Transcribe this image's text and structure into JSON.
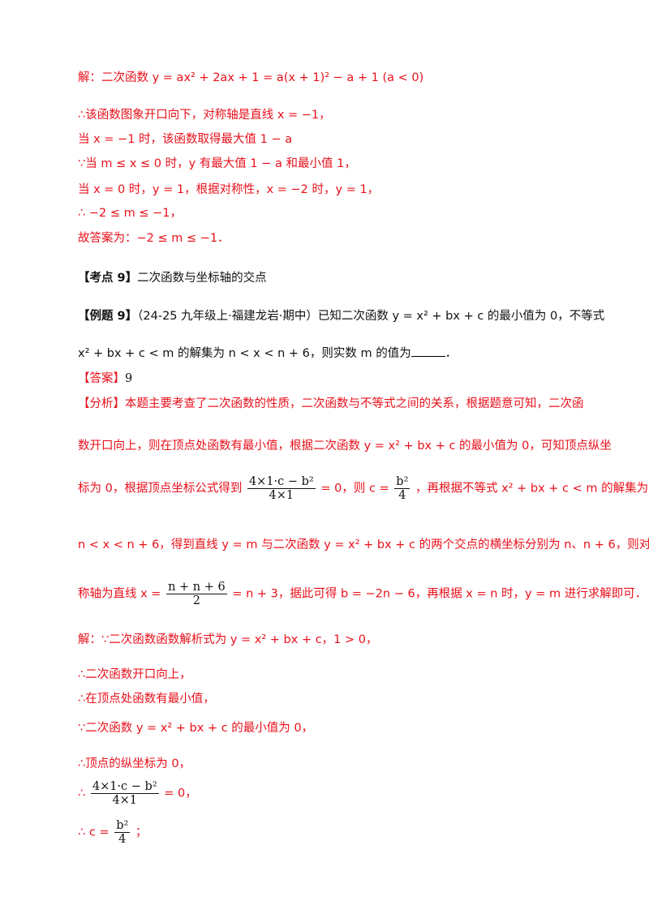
{
  "lines": {
    "l1": "解：二次函数 y = ax² + 2ax + 1 = a(x + 1)² − a + 1 (a < 0)",
    "l2": "∴该函数图象开口向下，对称轴是直线 x = −1，",
    "l3": "当 x = −1 时，该函数取得最大值 1 − a",
    "l4": "∵当 m ≤ x ≤ 0 时，y 有最大值 1 − a 和最小值 1，",
    "l5": "当 x = 0 时，y = 1，根据对称性，x = −2 时，y = 1，",
    "l6": "∴ −2 ≤ m ≤ −1，",
    "l7": "故答案为：−2 ≤ m ≤ −1．",
    "l8_tag": "【考点 9】",
    "l8_text": "二次函数与坐标轴的交点",
    "l9_tag": "【例题 9】",
    "l9_text": "（24-25 九年级上·福建龙岩·期中）已知二次函数 y = x² + bx + c 的最小值为 0，不等式",
    "l10": "x² + bx + c < m 的解集为 n < x < n + 6，则实数 m 的值为",
    "l10_end": "．",
    "l11_tag": "【答案】",
    "l11_val": "9",
    "l12": "【分析】本题主要考查了二次函数的性质，二次函数与不等式之间的关系，根据题意可知，二次函",
    "l13": "数开口向上，则在顶点处函数有最小值，根据二次函数 y = x² + bx + c 的最小值为 0，可知顶点纵坐",
    "l14a": "标为 0，根据顶点坐标公式得到",
    "l14_num": "4×1·c − b²",
    "l14_den": "4×1",
    "l14b": "= 0，则 c =",
    "l14_num2": "b²",
    "l14_den2": "4",
    "l14c": "，再根据不等式 x² + bx + c < m 的解集为",
    "l15": "n < x < n + 6，得到直线 y = m 与二次函数 y = x² + bx + c 的两个交点的横坐标分别为 n、n + 6，则对",
    "l16a": "称轴为直线 x =",
    "l16_num": "n + n + 6",
    "l16_den": "2",
    "l16b": "= n + 3，据此可得 b = −2n − 6，再根据 x = n 时，y = m 进行求解即可．",
    "l17": "解：∵二次函数函数解析式为 y = x² + bx + c，1 > 0，",
    "l18": "∴二次函数开口向上，",
    "l19": "∴在顶点处函数有最小值，",
    "l20": "∵二次函数 y = x² + bx + c 的最小值为 0，",
    "l21": "∴顶点的纵坐标为 0，",
    "l22a": "∴",
    "l22_num": "4×1·c − b²",
    "l22_den": "4×1",
    "l22b": "= 0，",
    "l23a": "∴ c =",
    "l23_num": "b²",
    "l23_den": "4",
    "l23b": "；"
  }
}
